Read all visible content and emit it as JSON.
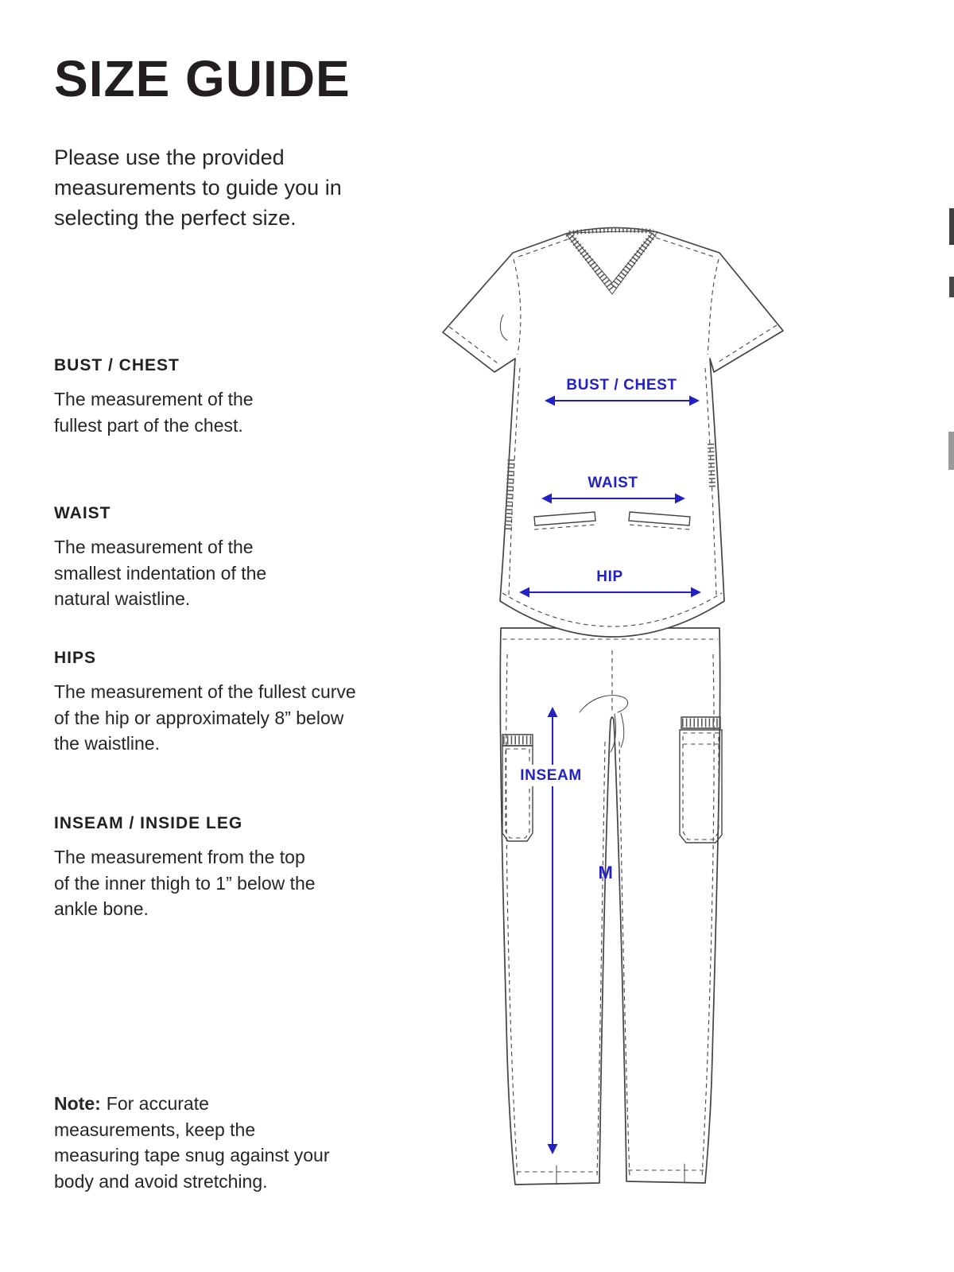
{
  "page": {
    "title": "SIZE GUIDE",
    "intro": "Please use the provided measurements to guide you in selecting the perfect size."
  },
  "definitions": [
    {
      "heading": "BUST / CHEST",
      "body": "The measurement of the fullest part of the chest."
    },
    {
      "heading": "WAIST",
      "body": "The measurement of the smallest indentation of the natural waistline."
    },
    {
      "heading": "HIPS",
      "body": "The measurement of the fullest curve of the hip or approximately 8” below the waistline."
    },
    {
      "heading": "INSEAM / INSIDE LEG",
      "body": "The measurement from the top of the inner thigh to 1” below the ankle bone."
    }
  ],
  "note": {
    "label": "Note:",
    "text": "For accurate measurements, keep the measuring tape snug against your body and avoid stretching."
  },
  "diagram": {
    "labels": {
      "bust": "BUST / CHEST",
      "waist": "WAIST",
      "hip": "HIP",
      "inseam": "INSEAM",
      "size": "M"
    }
  },
  "colors": {
    "accent": "#2222c3",
    "line": "#444444",
    "text": "#262626",
    "background": "#ffffff"
  }
}
